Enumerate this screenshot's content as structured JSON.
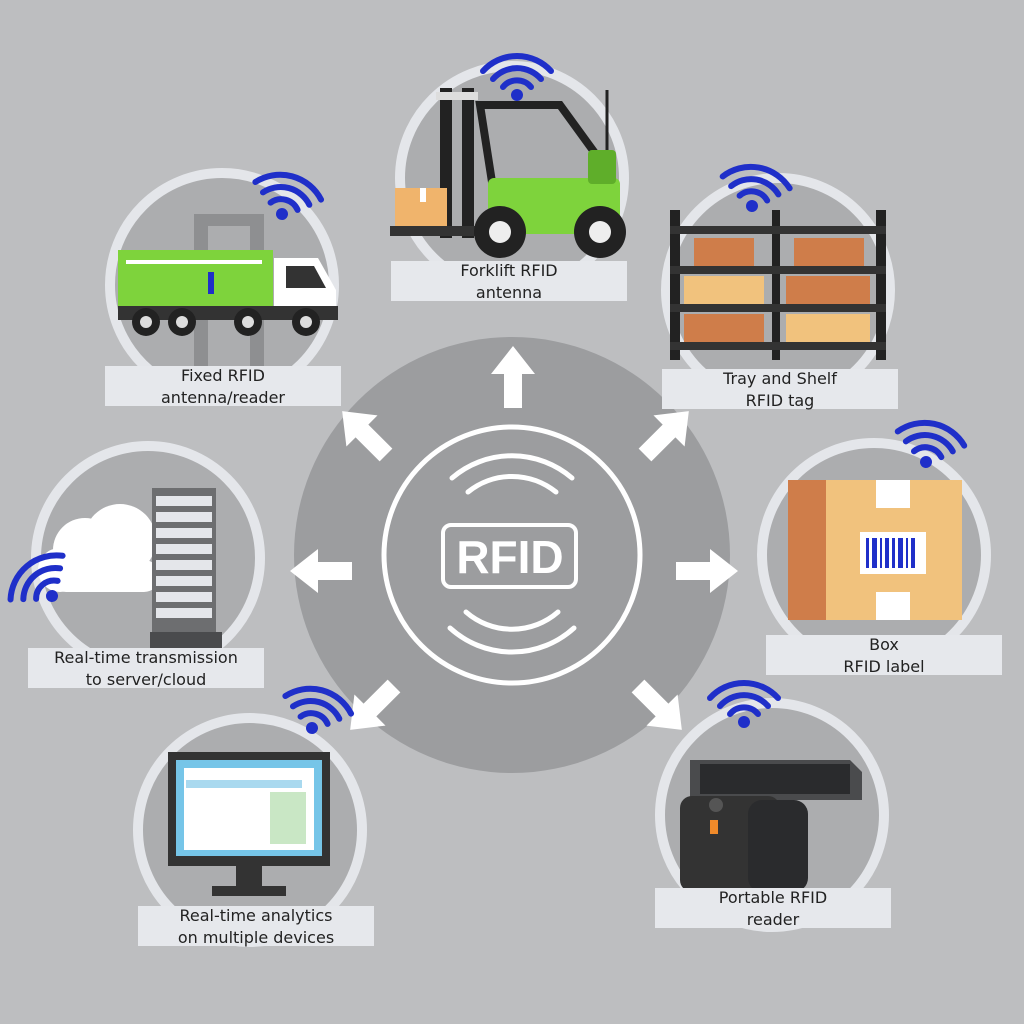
{
  "center": {
    "text": "RFID"
  },
  "nodes": {
    "forklift": {
      "line1": "Forklift RFID",
      "line2": "antenna"
    },
    "fixed": {
      "line1": "Fixed RFID",
      "line2": "antenna/reader"
    },
    "shelf": {
      "line1": "Tray and Shelf",
      "line2": "RFID tag"
    },
    "box": {
      "line1": "Box",
      "line2": "RFID label"
    },
    "cloud": {
      "line1": "Real-time transmission",
      "line2": "to server/cloud"
    },
    "analytics": {
      "line1": "Real-time analytics",
      "line2": "on multiple devices"
    },
    "portable": {
      "line1": "Portable RFID",
      "line2": "reader"
    }
  },
  "colors": {
    "background": "#bdbec0",
    "hub": "#9c9d9f",
    "node_ring": "#e4e6ea",
    "node_fill": "#acadaf",
    "label_bg": "#e6e8ec",
    "wifi": "#1f2fc9",
    "truck_green": "#7ed33c",
    "box_tan": "#f1c27d"
  }
}
